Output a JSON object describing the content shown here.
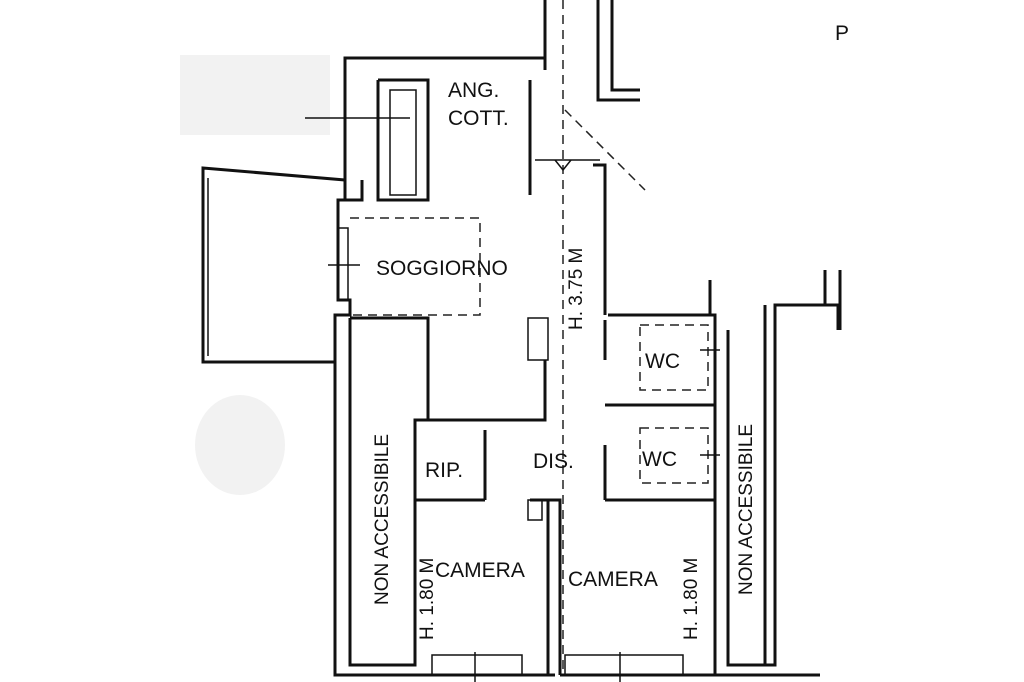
{
  "rooms": {
    "kitchen_line1": "ANG.",
    "kitchen_line2": "COTT.",
    "living": "SOGGIORNO",
    "storage": "RIP.",
    "hallway": "DIS.",
    "wc_upper": "WC",
    "wc_lower": "WC",
    "bedroom_left": "CAMERA",
    "bedroom_right": "CAMERA",
    "not_accessible_left": "NON ACCESSIBILE",
    "not_accessible_right": "NON ACCESSIBILE"
  },
  "heights": {
    "living_height": "H. 3.75 M",
    "bedroom_left_height": "H. 1.80 M",
    "bedroom_right_height": "H. 1.80 M"
  },
  "corner_mark": "P",
  "colors": {
    "line": "#111111",
    "background": "#ffffff"
  }
}
